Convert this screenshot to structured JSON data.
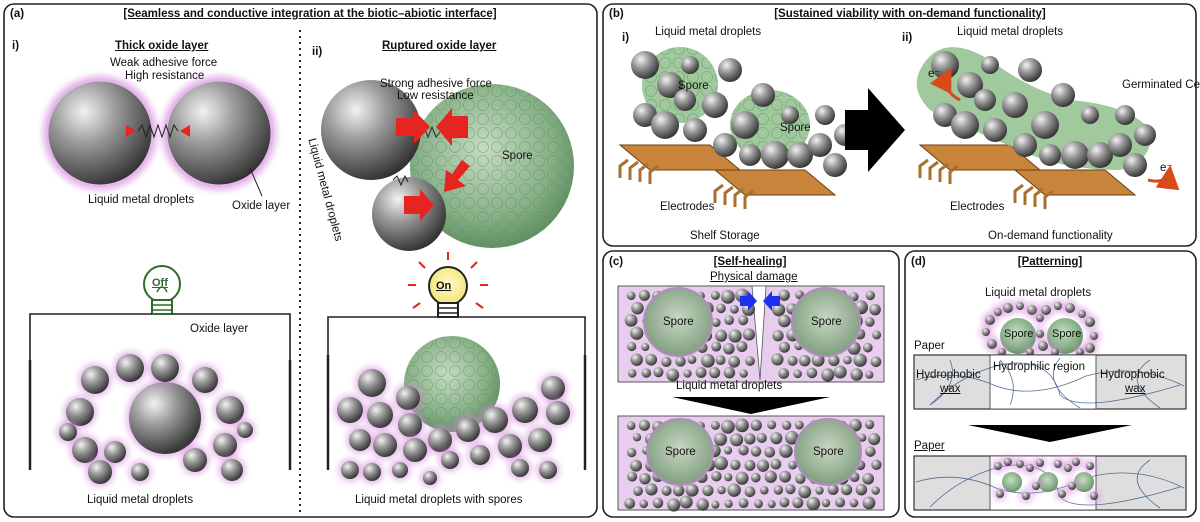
{
  "panel_a": {
    "letter": "(a)",
    "title": "[Seamless and conductive integration at the biotic–abiotic interface]",
    "i": {
      "label": "i)",
      "heading": "Thick oxide layer",
      "force": "Weak adhesive force",
      "resistance": "High resistance",
      "droplets": "Liquid metal droplets",
      "oxide": "Oxide layer",
      "bulb": "Off",
      "bottom_oxide": "Oxide layer",
      "bottom_caption": "Liquid metal droplets"
    },
    "ii": {
      "label": "ii)",
      "heading": "Ruptured oxide layer",
      "force": "Strong adhesive force",
      "resistance": "Low resistance",
      "spore": "Spore",
      "vertical": "Liquid metal droplets",
      "bulb": "On",
      "bottom_caption": "Liquid metal droplets with spores"
    }
  },
  "panel_b": {
    "letter": "(b)",
    "title": "[Sustained viability with on-demand functionality]",
    "i": {
      "label": "i)",
      "droplets": "Liquid metal droplets",
      "spore1": "Spore",
      "spore2": "Spore",
      "electrodes": "Electrodes",
      "caption": "Shelf Storage"
    },
    "ii": {
      "label": "ii)",
      "droplets": "Liquid metal droplets",
      "cell": "Germinated Cell",
      "electron1": "e⁻",
      "electron2": "e⁻",
      "electrodes": "Electrodes",
      "caption": "On-demand functionality"
    }
  },
  "panel_c": {
    "letter": "(c)",
    "title": "[Self-healing]",
    "damage": "Physical damage",
    "spore_tl": "Spore",
    "spore_tr": "Spore",
    "droplets": "Liquid metal droplets",
    "spore_bl": "Spore",
    "spore_br": "Spore"
  },
  "panel_d": {
    "letter": "(d)",
    "title": "[Patterning]",
    "droplets": "Liquid metal droplets",
    "spore1": "Spore",
    "spore2": "Spore",
    "paper1": "Paper",
    "hydrophobic_l1": "Hydrophobic",
    "hydrophobic_l2": "wax",
    "hydrophilic": "Hydrophilic region",
    "hydrophobic_r1": "Hydrophobic",
    "hydrophobic_r2": "wax",
    "paper2": "Paper"
  },
  "colors": {
    "metal_dark": "#3c3c3c",
    "metal_light": "#e6e6e6",
    "oxide_glow": "#d88ae0",
    "spore": "#7fae7f",
    "arrow_red": "#e52620",
    "arrow_blue": "#1d2ff0",
    "electrode": "#c8843a",
    "bulb_on": "#f7ef8a"
  }
}
